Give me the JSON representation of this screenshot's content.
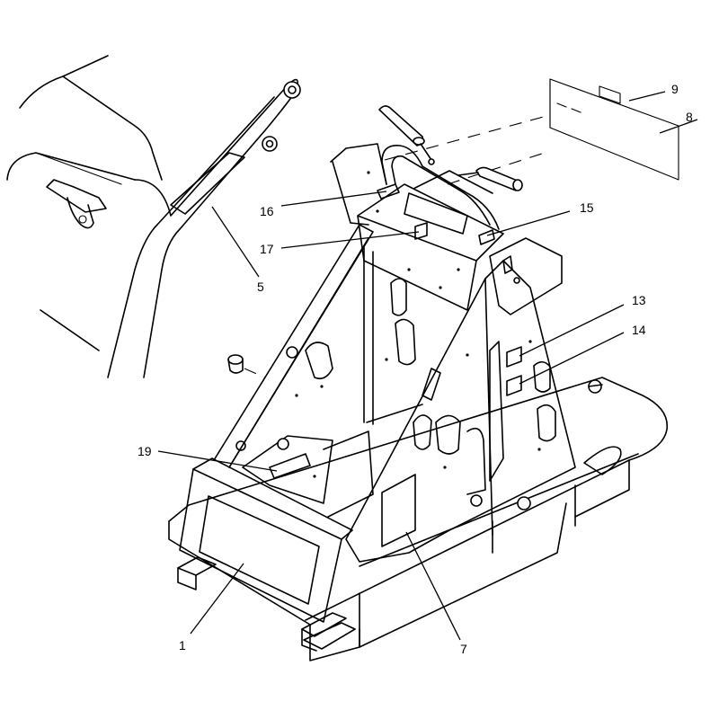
{
  "callouts": {
    "c1": "1",
    "c5": "5",
    "c7": "7",
    "c8": "8",
    "c9": "9",
    "c13": "13",
    "c14": "14",
    "c15": "15",
    "c16": "16",
    "c17": "17",
    "c19": "19"
  }
}
